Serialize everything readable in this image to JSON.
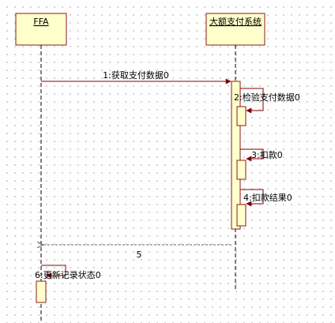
{
  "participants": [
    {
      "id": "ffa",
      "name": "FFA"
    },
    {
      "id": "system",
      "name": "大额支付系统"
    }
  ],
  "messages": [
    {
      "number": "1",
      "text": "1:获取支付数据0",
      "type": "sync"
    },
    {
      "number": "2",
      "text": "2:检验支付数据0",
      "type": "self"
    },
    {
      "number": "3",
      "text": "3:扣款0",
      "type": "self"
    },
    {
      "number": "4",
      "text": "4:扣款结果0",
      "type": "self"
    },
    {
      "number": "5",
      "text": "5",
      "type": "return"
    },
    {
      "number": "6",
      "text": "6:更新记录状态0",
      "type": "self"
    }
  ],
  "colors": {
    "box_fill": "#ffffcc",
    "box_stroke": "#8b1a1a",
    "arrow": "#800000",
    "lifeline": "#000000",
    "return_line": "#555555"
  }
}
